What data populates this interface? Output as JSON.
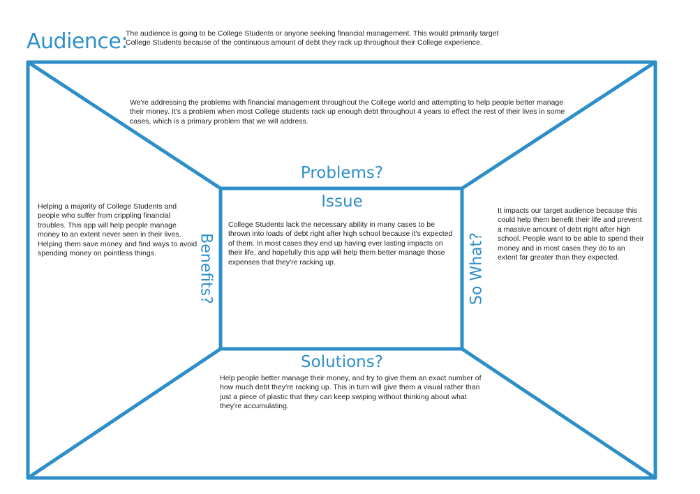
{
  "colors": {
    "accent": "#2e8fc8",
    "text": "#222222",
    "background": "#ffffff"
  },
  "audience": {
    "title": "Audience:",
    "text": "The audience is going to be College Students or anyone seeking financial management. This would primarily target College Students because of the continuous amount of debt they rack up throughout their College experience."
  },
  "problems": {
    "heading": "Problems?",
    "text": "We're addressing the problems with financial management throughout the College world and attempting to help people better manage their money. It's a problem when most College students rack up enough debt throughout 4 years to effect the rest of their lives in some cases, which is a primary problem that we will address."
  },
  "issue": {
    "heading": "Issue",
    "text": "College Students lack the necessary ability in many cases to be thrown into loads of debt right after high school because it's expected of them. In most cases they end up having ever lasting impacts on their life, and hopefully this app will help them better manage those expenses that they're racking up."
  },
  "benefits": {
    "heading": "Benefits?",
    "text": "Helping a majority of College Students and people who suffer from crippling financial troubles. This app will help people manage money to an extent never seen in their lives. Helping them save money and find ways to avoid spending money on pointless things."
  },
  "so_what": {
    "heading": "So What?",
    "text": "It impacts our target audience because this could help them benefit their life and prevent a massive amount of debt right after high school. People want to be able to spend their money and in most cases they do to an extent far greater than they expected."
  },
  "solutions": {
    "heading": "Solutions?",
    "text": "Help people better manage their money, and try to give them an exact number of how much debt they're racking up. This in turn will give them a visual rather than just a piece of plastic that they can keep swiping without thinking about what they're accumulating."
  }
}
